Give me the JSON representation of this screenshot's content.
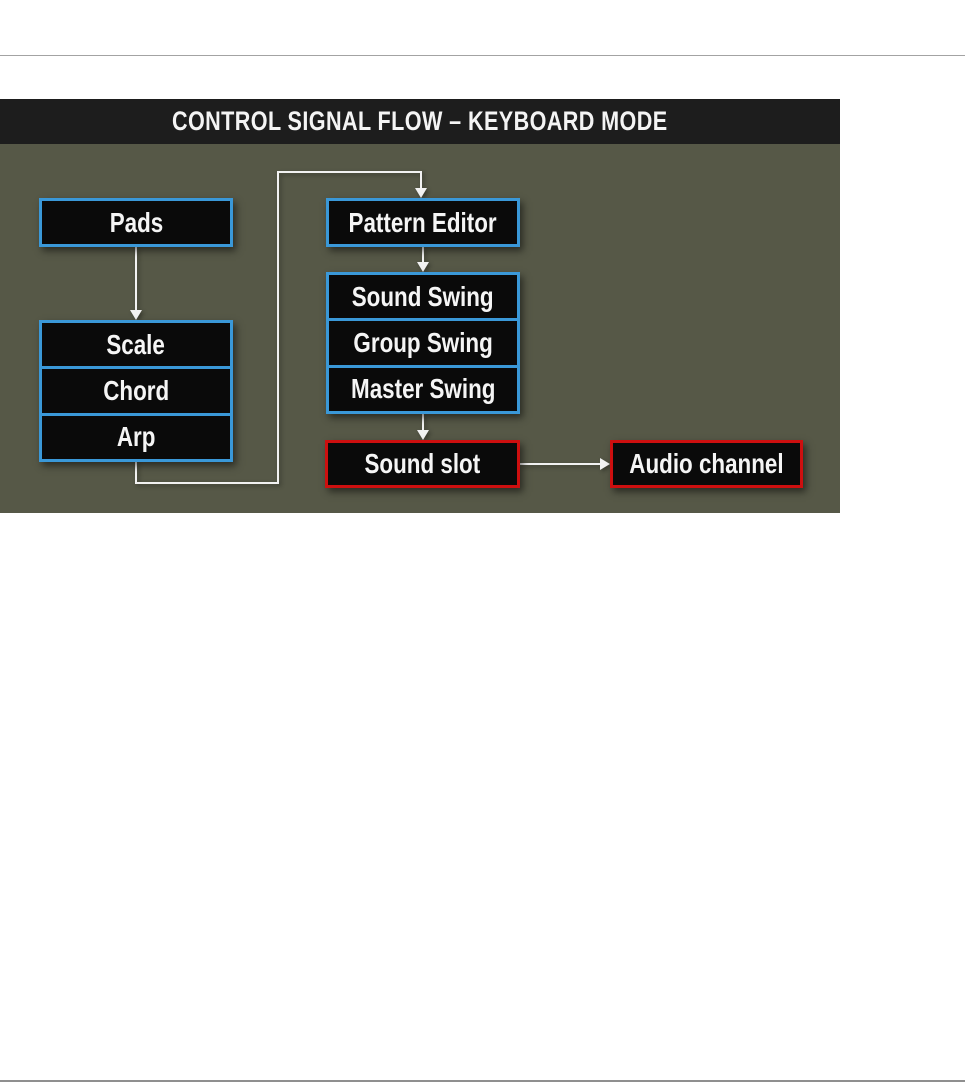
{
  "diagram": {
    "title": "CONTROL SIGNAL FLOW – KEYBOARD MODE",
    "colors": {
      "background": "#565847",
      "title_bar_bg": "#1d1d1d",
      "box_fill": "#0a0a0a",
      "blue_border": "#3a98d8",
      "red_border": "#cd0f0f",
      "arrow": "#f2f2f2"
    },
    "nodes": {
      "pads": {
        "label": "Pads"
      },
      "input_stack": {
        "items": [
          {
            "label": "Scale"
          },
          {
            "label": "Chord"
          },
          {
            "label": "Arp"
          }
        ]
      },
      "pattern_editor": {
        "label": "Pattern Editor"
      },
      "swing_stack": {
        "items": [
          {
            "label": "Sound Swing"
          },
          {
            "label": "Group Swing"
          },
          {
            "label": "Master Swing"
          }
        ]
      },
      "sound_slot": {
        "label": "Sound slot"
      },
      "audio_channel": {
        "label": "Audio channel"
      }
    }
  }
}
